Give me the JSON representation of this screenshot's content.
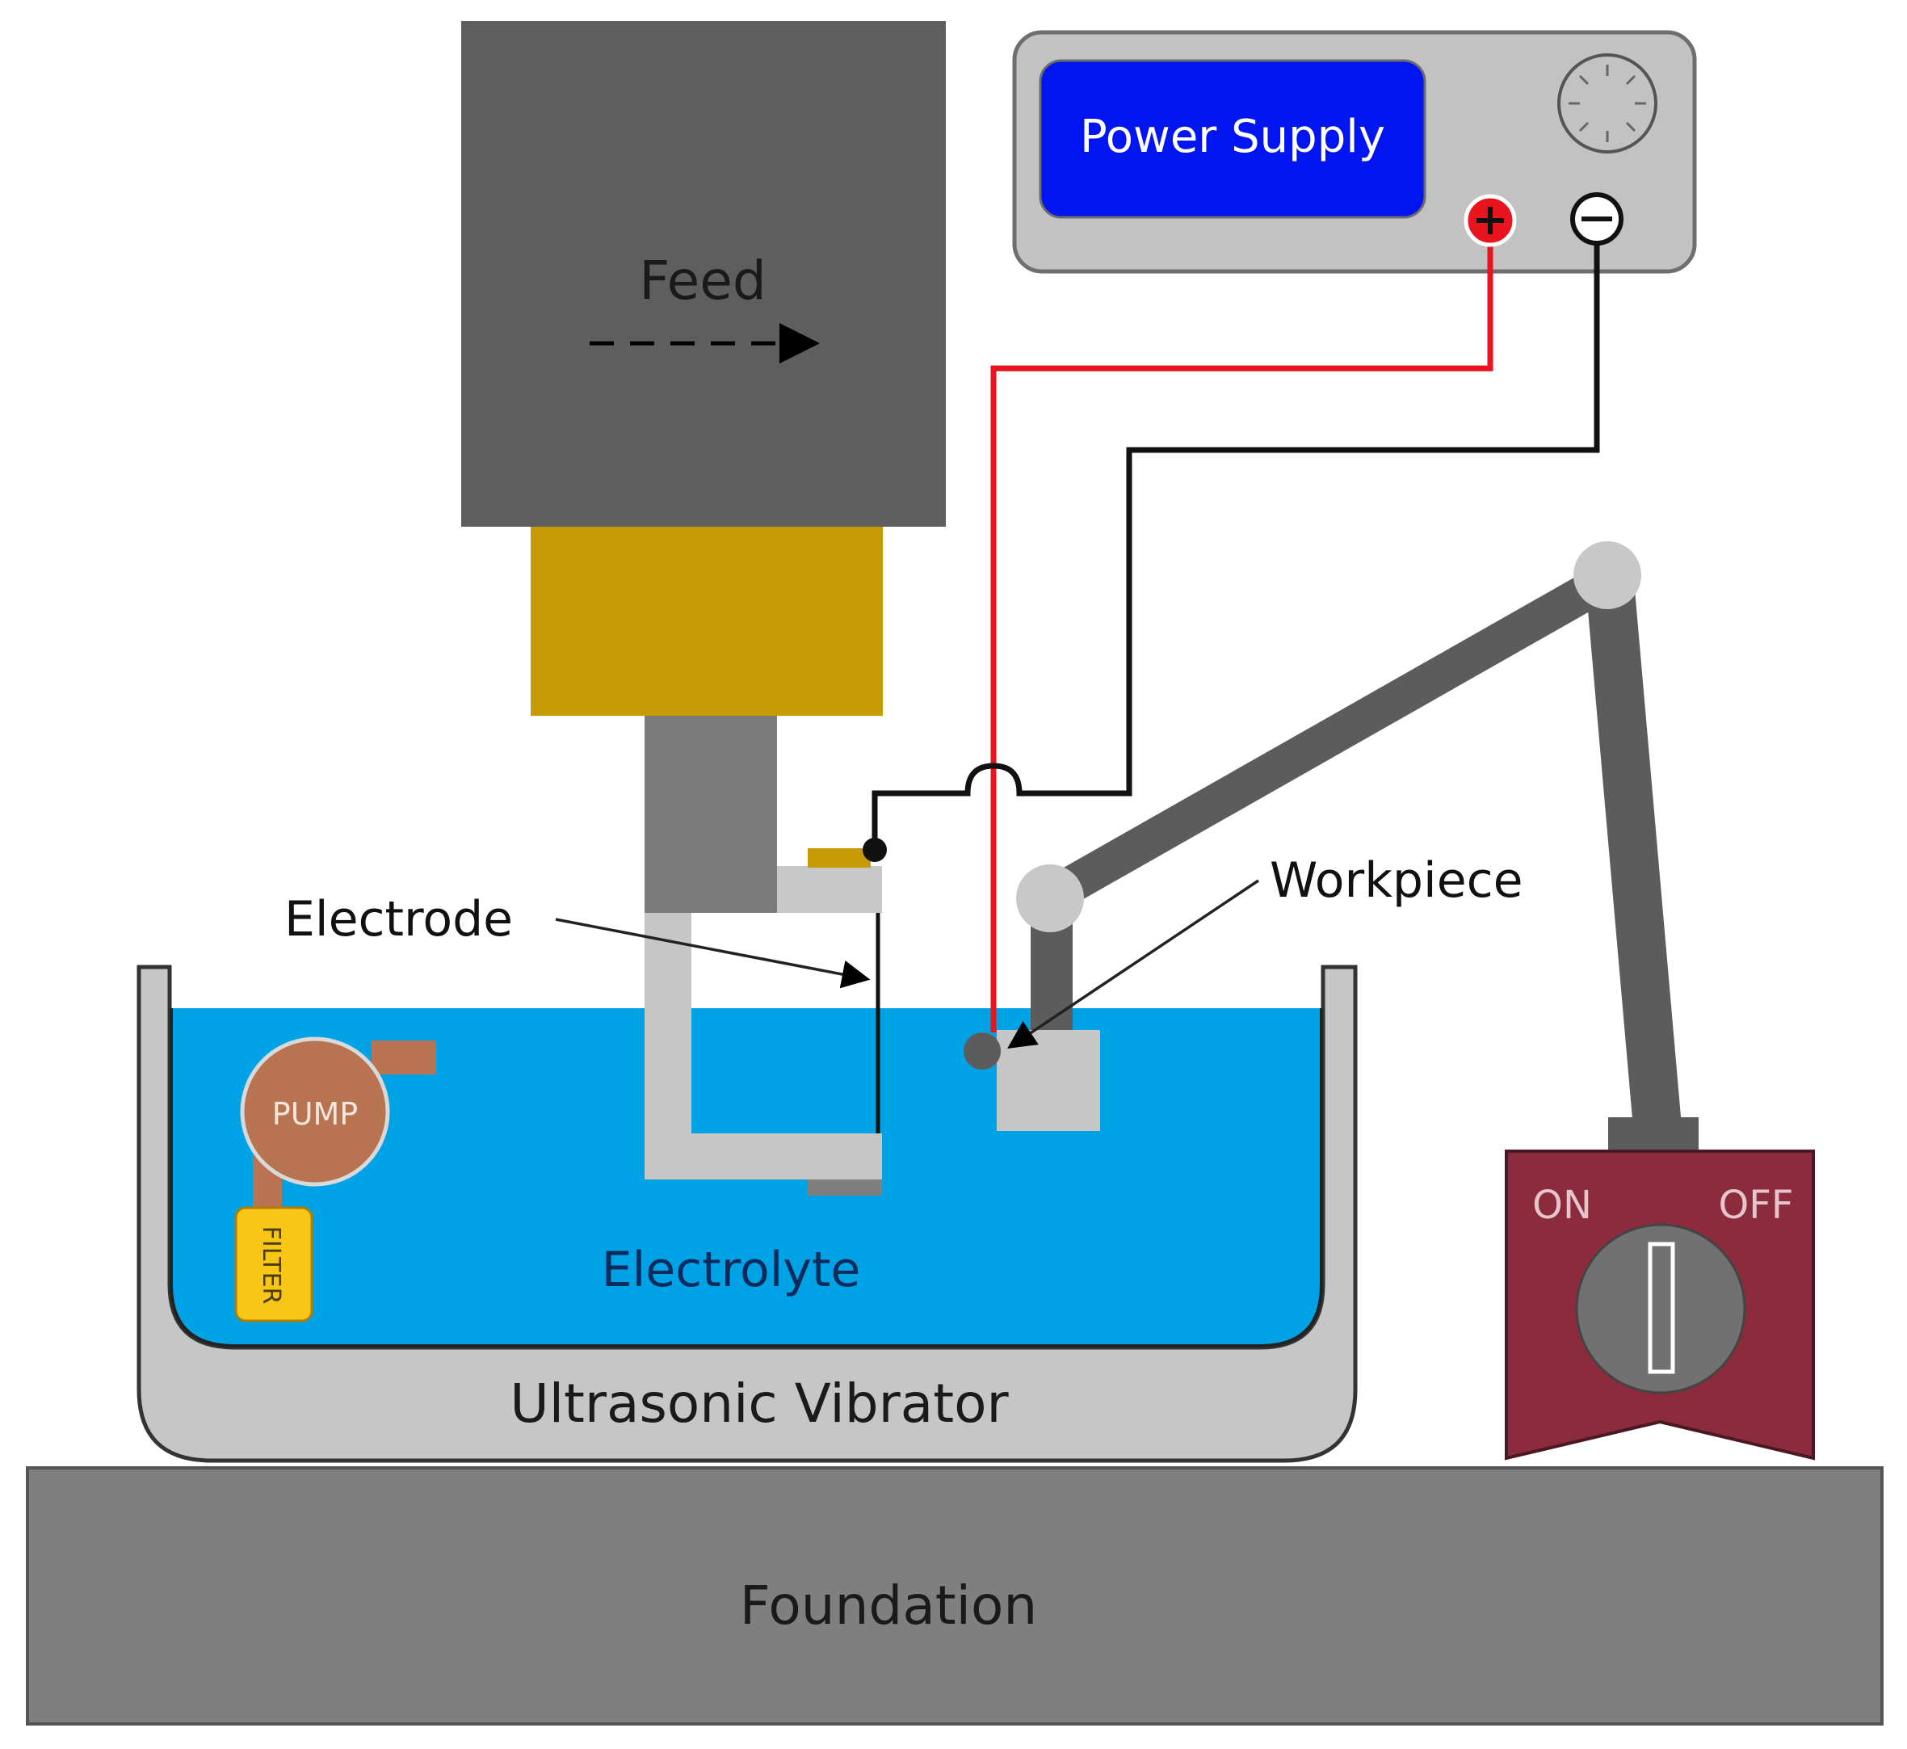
{
  "labels": {
    "power_supply": "Power Supply",
    "feed": "Feed",
    "electrode": "Electrode",
    "workpiece": "Workpiece",
    "pump": "PUMP",
    "filter": "FILTER",
    "electrolyte": "Electrolyte",
    "ultrasonic_vibrator": "Ultrasonic Vibrator",
    "foundation": "Foundation",
    "switch_on": "ON",
    "switch_off": "OFF"
  },
  "colors": {
    "feed_head": "#5e5e5e",
    "spindle_gold": "#c59a04",
    "electrolyte": "#00a2e6",
    "power_screen": "#0015f0",
    "power_body": "#c2c2c2",
    "positive_wire": "#e8141e",
    "negative_wire": "#111111",
    "pump": "#b87351",
    "filter": "#f7c616",
    "magnetic_base": "#8b2b3c",
    "foundation": "#7f7f7f",
    "arm": "#5c5c5c"
  }
}
